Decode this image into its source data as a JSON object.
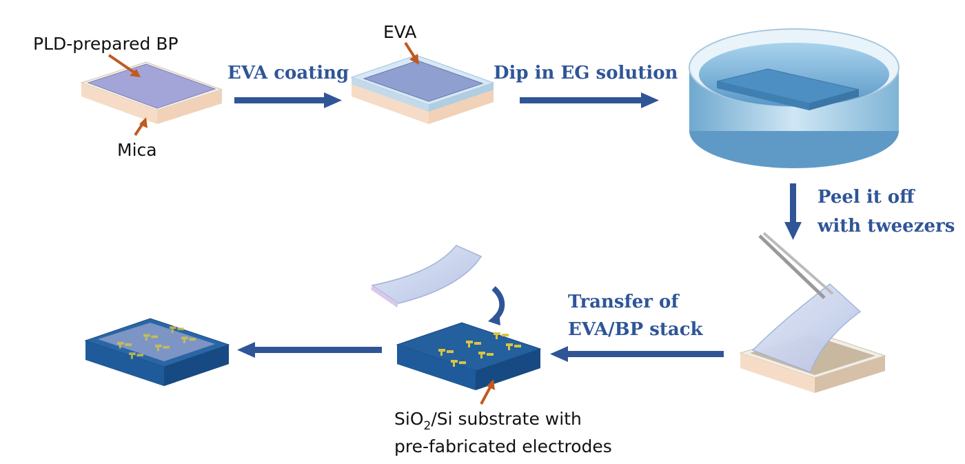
{
  "labels": {
    "pld_bp": "PLD-prepared BP",
    "mica": "Mica",
    "eva": "EVA",
    "substrate_line1_pre": "SiO",
    "substrate_line1_sub": "2",
    "substrate_line1_post": "/Si substrate with",
    "substrate_line2": "pre-fabricated electrodes"
  },
  "steps": {
    "eva_coating": "EVA coating",
    "dip": "Dip in EG solution",
    "peel_line1": "Peel it off",
    "peel_line2": "with tweezers",
    "transfer_line1": "Transfer of",
    "transfer_line2": "EVA/BP stack"
  },
  "colors": {
    "arrow": "#2f5597",
    "callout": "#c05a1e",
    "step_text": "#2f5597",
    "bp_film": "#9fa3d6",
    "mica_side": "#f0d7c0",
    "eva_layer": "#bcd9ee",
    "substrate": "#1f5a9a",
    "electrode": "#d6c640"
  }
}
